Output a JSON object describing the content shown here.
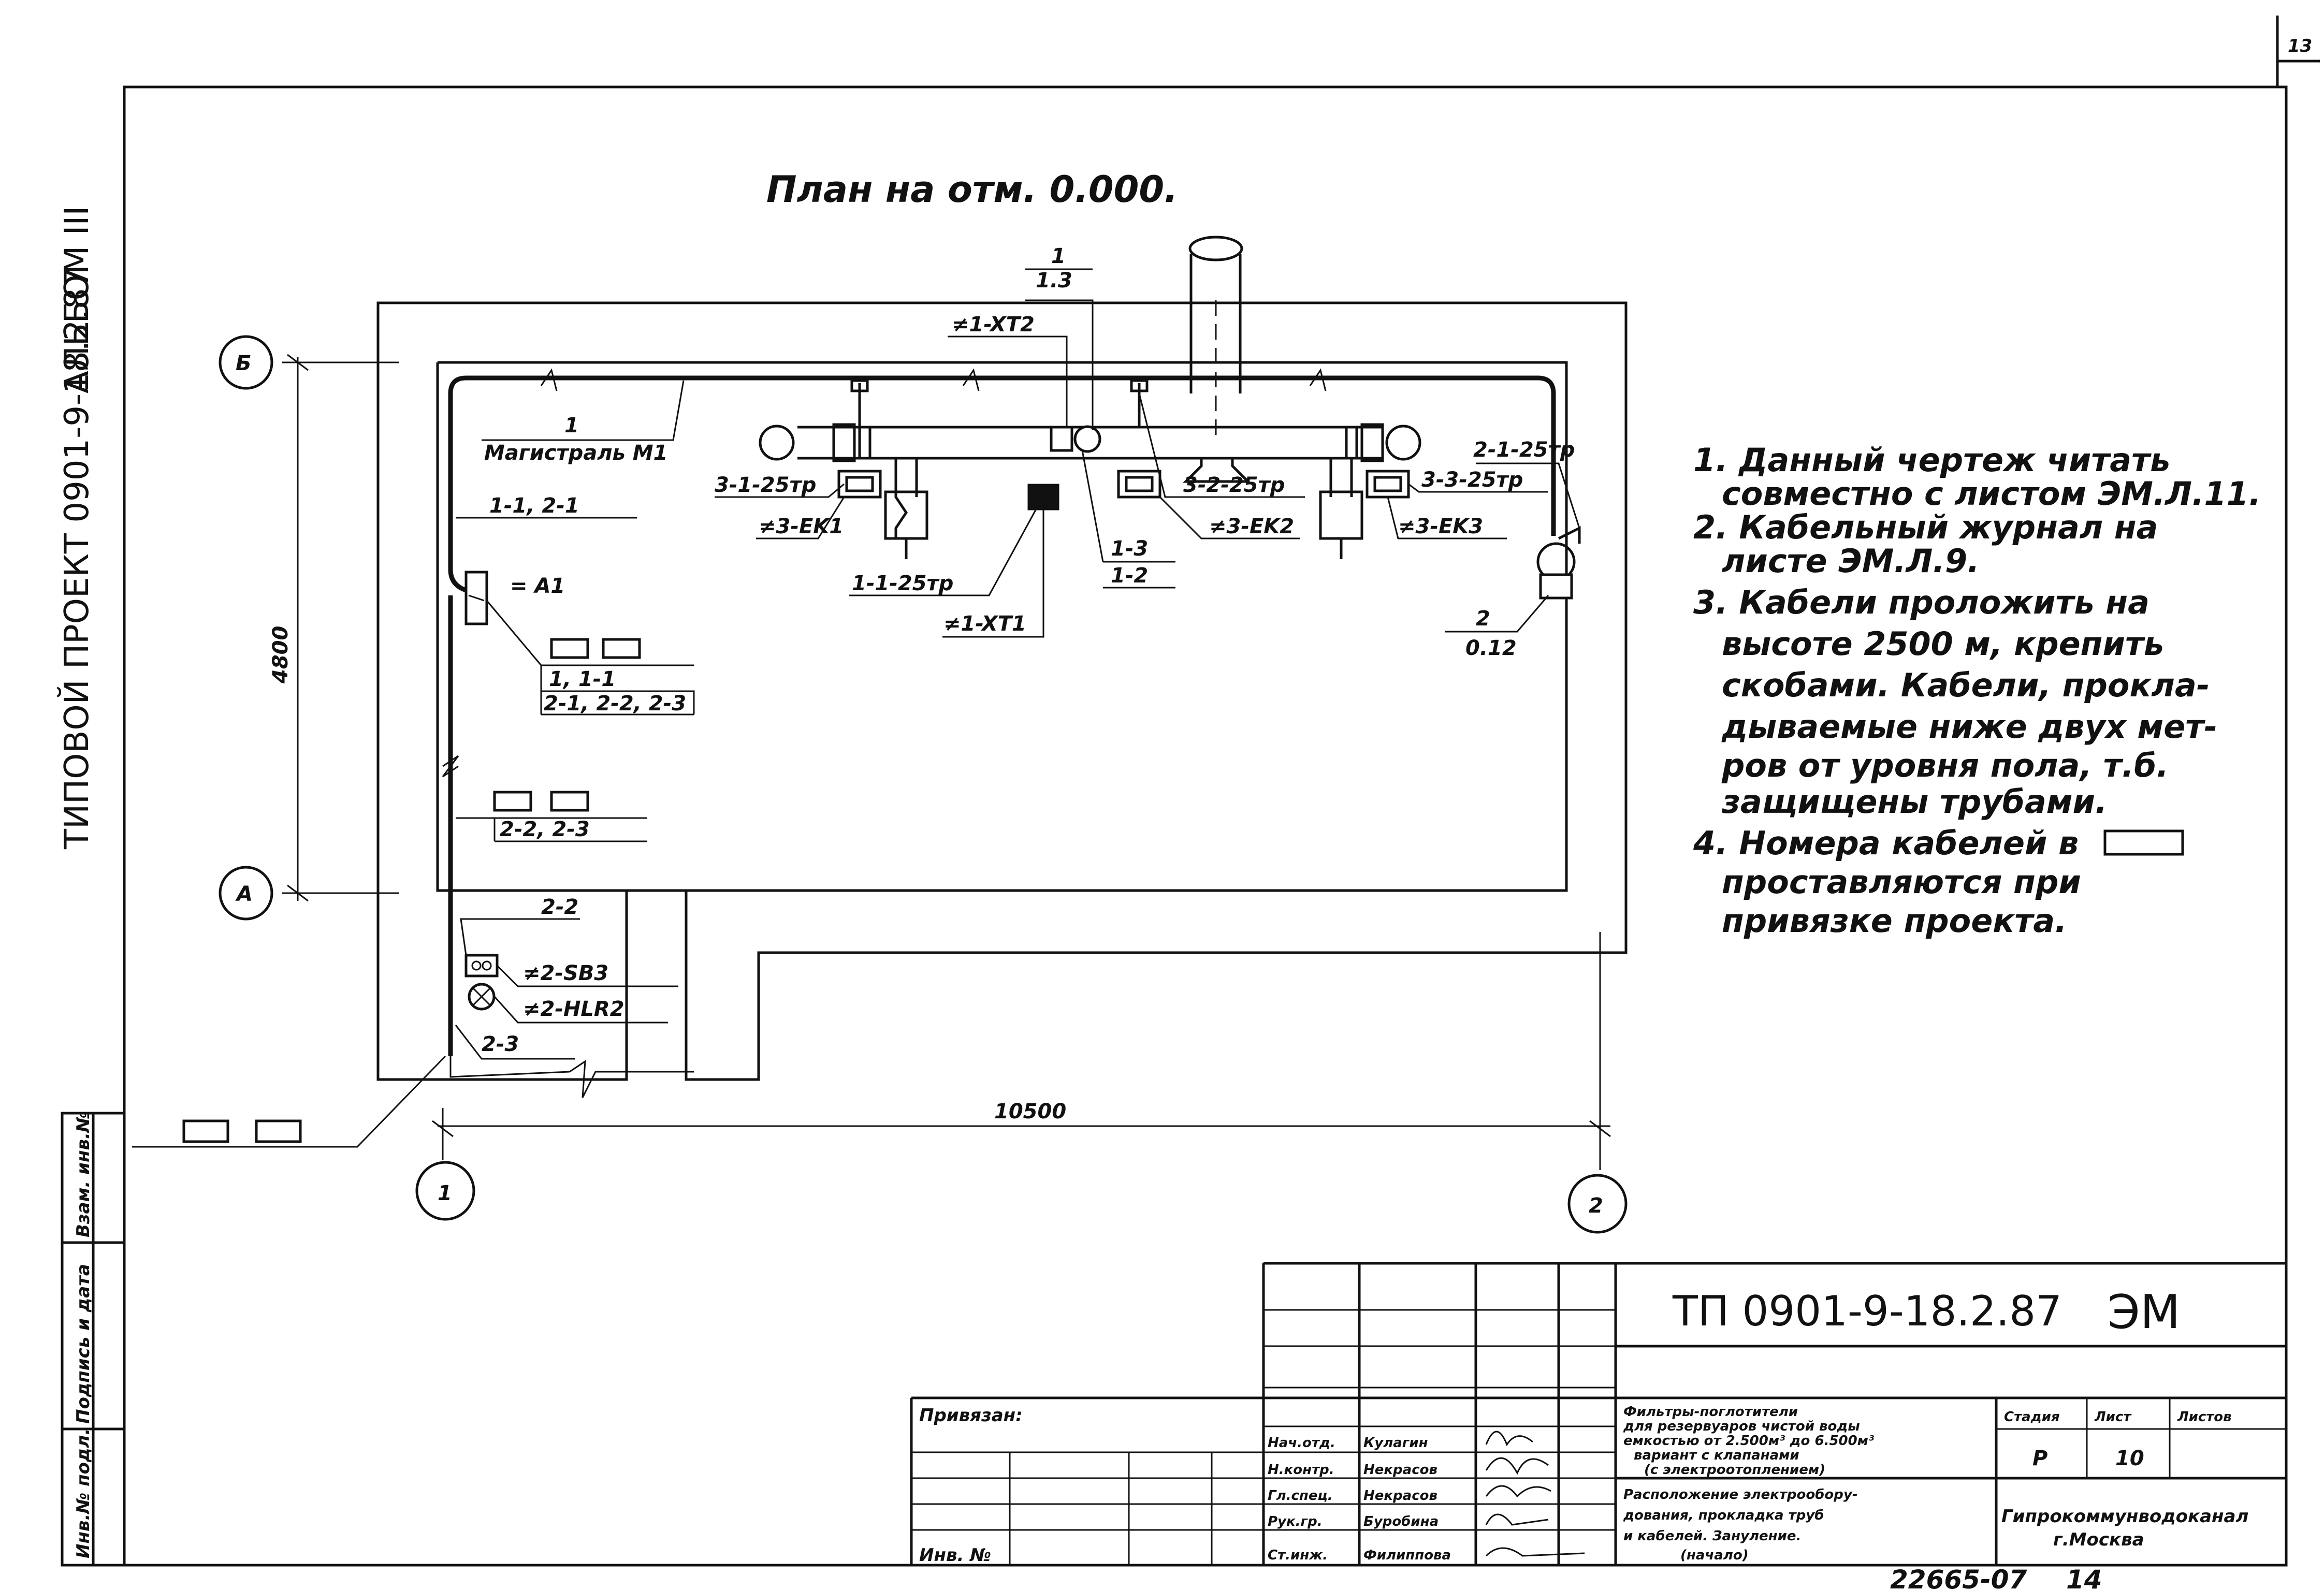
{
  "sheet": {
    "page_number": "13",
    "album": "АЛЬБОМ III",
    "project": "ТИПОВОЙ ПРОЕКТ 0901-9-18.2.87",
    "bottom_number": "22665-07",
    "bottom_page": "14"
  },
  "plan": {
    "title": "План на отм. 0.000.",
    "axes": {
      "row_b": "Б",
      "row_a": "А",
      "col_1": "1",
      "col_2": "2",
      "dim_vertical": "4800",
      "dim_horizontal": "10500"
    },
    "labels": {
      "main_line_num": "1",
      "main_line": "Магистраль М1",
      "l_1_13_top": "1",
      "l_1_13_bottom": "1.3",
      "xt2": "≠1-XT2",
      "c3_1_25": "3-1-25тр",
      "ek1": "≠3-EK1",
      "c1_1_25": "1-1-25тр",
      "xt1": "≠1-XT1",
      "l_1_3": "1-3",
      "l_1_2": "1-2",
      "c3_2_25": "3-2-25тр",
      "ek2": "≠3-EK2",
      "c3_3_25": "3-3-25тр",
      "ek3": "≠3-EK3",
      "c2_1_25": "2-1-25тр",
      "l_2_top": "2",
      "l_2_bottom": "0.12",
      "l_11_21": "1-1, 2-1",
      "a1": "= A1",
      "l_1_11": "1, 1-1",
      "l_21_22_23": "2-1, 2-2, 2-3",
      "l_22_23": "2-2, 2-3",
      "l_2_2": "2-2",
      "sb3": "≠2-SB3",
      "hlr2": "≠2-HLR2",
      "l_2_3": "2-3"
    }
  },
  "notes": [
    "1. Данный чертеж читать",
    "совместно с листом ЭМ.Л.11.",
    "2. Кабельный журнал на",
    "листе ЭМ.Л.9.",
    "3. Кабели проложить на",
    "высоте 2500 м, крепить",
    "скобами. Кабели, прокла-",
    "дываемые ниже двух мет-",
    "ров от уровня пола, т.б.",
    "защищены трубами.",
    "4. Номера кабелей в",
    "проставляются при",
    "привязке проекта."
  ],
  "stamp": {
    "code": "ТП 0901-9-18.2.87",
    "mark": "ЭМ",
    "privyazan": "Привязан:",
    "inv_no": "Инв. №",
    "roles": [
      {
        "role": "Нач.отд.",
        "name": "Кулагин"
      },
      {
        "role": "Н.контр.",
        "name": "Некрасов"
      },
      {
        "role": "Гл.спец.",
        "name": "Некрасов"
      },
      {
        "role": "Рук.гр.",
        "name": "Буробина"
      },
      {
        "role": "Ст.инж.",
        "name": "Филиппова"
      }
    ],
    "object_desc": [
      "Фильтры-поглотители",
      "для резервуаров чистой воды",
      "емкостью от 2.500м³ до 6.500м³",
      "вариант с клапанами",
      "(с электроотоплением)"
    ],
    "sheet_desc": [
      "Расположение электрообору-",
      "дования, прокладка труб",
      "и кабелей. Зануление.",
      "(начало)"
    ],
    "stage_label": "Стадия",
    "stage_value": "Р",
    "list_label": "Лист",
    "list_value": "10",
    "lists_label": "Листов",
    "lists_value": "",
    "org_line1": "Гипрокоммунводоканал",
    "org_line2": "г.Москва"
  },
  "side_stamp": {
    "col1": "Инв.№ подл.",
    "col2": "Подпись и дата",
    "col3": "Взам. инв.№"
  }
}
